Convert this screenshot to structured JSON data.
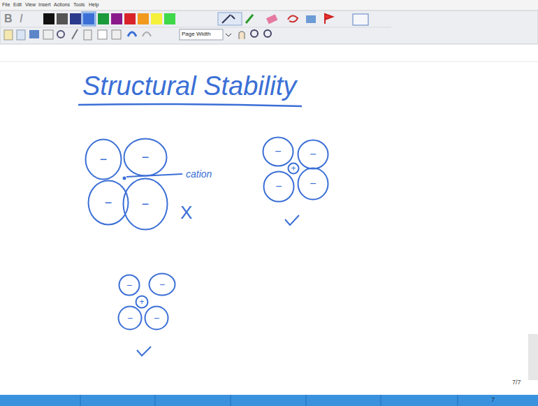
{
  "diagram": {
    "title": "Structural Stability",
    "nodes": [
      {
        "text": [
          "−"
        ]
      },
      {
        "text": [
          "−"
        ]
      },
      {
        "text": [
          "−"
        ]
      },
      {
        "text": [
          "−"
        ]
      },
      {
        "text": [
          "−"
        ]
      },
      {
        "text": [
          "−"
        ]
      },
      {
        "text": [
          "+"
        ]
      },
      {
        "text": [
          "−"
        ]
      },
      {
        "text": [
          "−"
        ]
      },
      {
        "text": [
          "−"
        ]
      },
      {
        "text": [
          "−"
        ]
      },
      {
        "text": [
          "+"
        ]
      },
      {
        "text": [
          "−"
        ]
      },
      {
        "text": [
          "−"
        ]
      }
    ],
    "labels": [
      "File",
      "Edit",
      "View",
      "Insert",
      "Actions",
      "Tools",
      "Help",
      "B",
      "I",
      "Page Width",
      "cation",
      "X",
      "7/7",
      "7"
    ]
  }
}
